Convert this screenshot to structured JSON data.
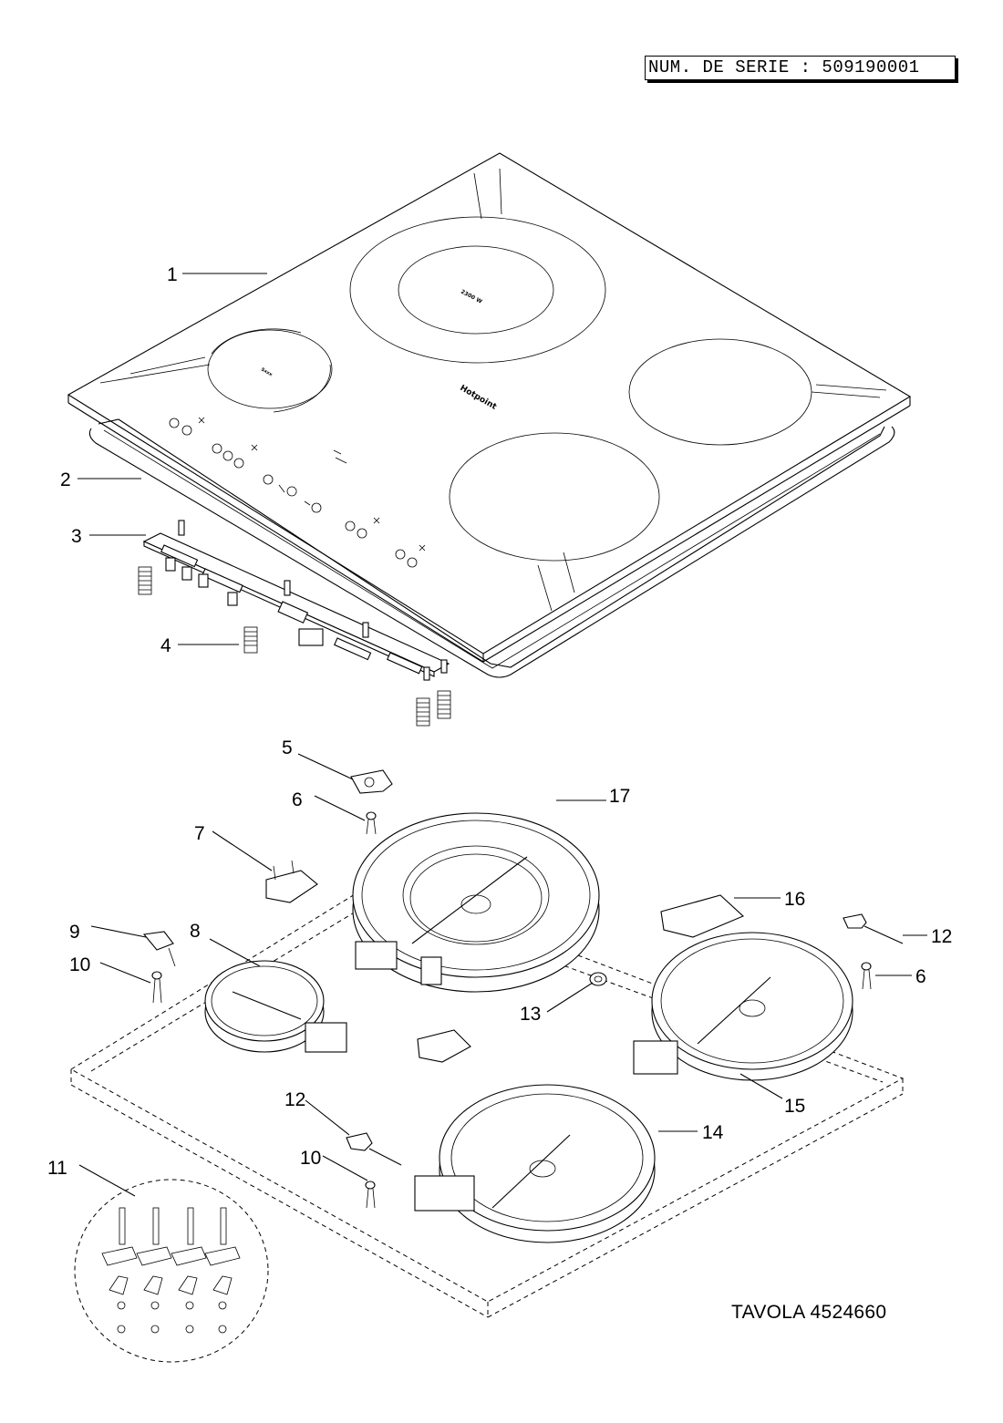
{
  "header": {
    "serial_number": "NUM. DE SERIE : 509190001"
  },
  "footer": {
    "plate": "TAVOLA 4524660"
  },
  "hob_markings": {
    "rating": "2300 W",
    "brand": "Hotpoint",
    "small_zone": "Sxxx"
  },
  "callouts": [
    "1",
    "2",
    "3",
    "4",
    "5",
    "6",
    "7",
    "8",
    "9",
    "10",
    "11",
    "12",
    "13",
    "14",
    "15",
    "16",
    "17",
    "6",
    "10",
    "12"
  ]
}
